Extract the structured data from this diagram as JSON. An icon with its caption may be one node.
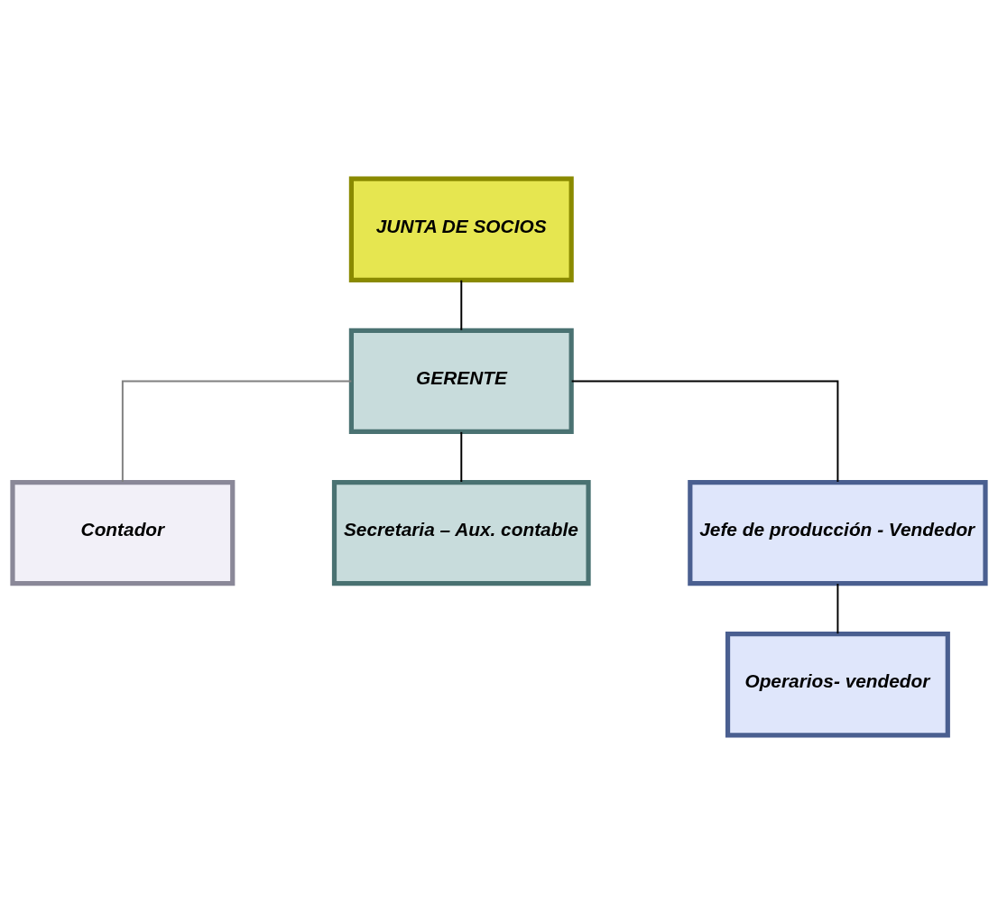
{
  "diagram": {
    "nodes": [
      {
        "text": [
          "JUNTA DE SOCIOS"
        ]
      },
      {
        "text": [
          "GERENTE"
        ]
      },
      {
        "text": [
          "Contador"
        ]
      },
      {
        "text": [
          "Secretaria – Aux. contable"
        ]
      },
      {
        "text": [
          "Jefe de producción - Vendedor"
        ]
      },
      {
        "text": [
          "Operarios- vendedor"
        ]
      }
    ],
    "edges": [
      {
        "from": 0,
        "to": 1,
        "arrow": "none"
      },
      {
        "from": 1,
        "to": 2,
        "arrow": "none",
        "color": "#808080"
      },
      {
        "from": 1,
        "to": 3,
        "arrow": "none"
      },
      {
        "from": 1,
        "to": 4,
        "arrow": "none"
      },
      {
        "from": 4,
        "to": 5,
        "arrow": "none"
      }
    ]
  }
}
